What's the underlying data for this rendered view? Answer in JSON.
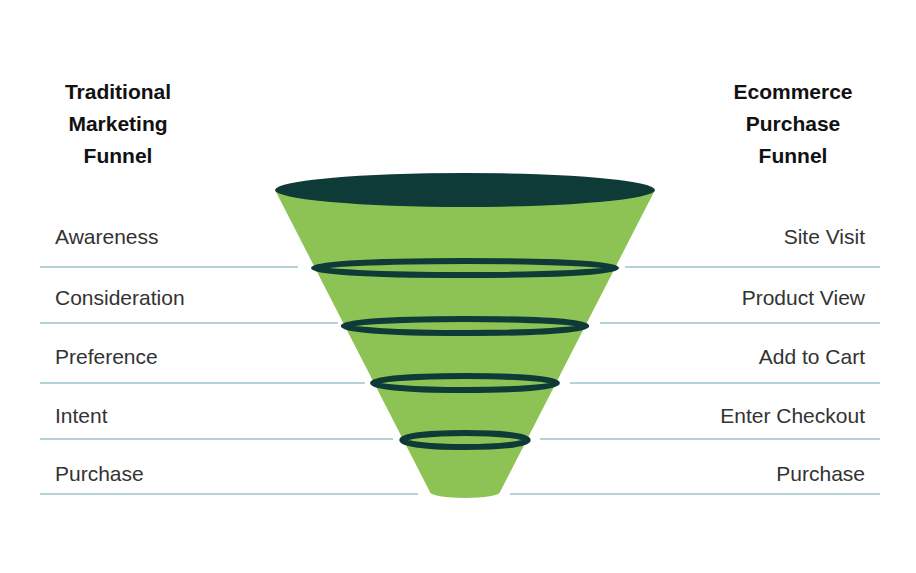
{
  "diagram": {
    "nodes": [
      {
        "text": [
          "Awareness",
          "Site Visit"
        ]
      },
      {
        "text": [
          "Consideration",
          "Product View"
        ]
      },
      {
        "text": [
          "Preference",
          "Add to Cart"
        ]
      },
      {
        "text": [
          "Intent",
          "Enter Checkout"
        ]
      },
      {
        "text": [
          "Purchase",
          "Purchase"
        ]
      }
    ],
    "labels": [
      "Traditional Marketing Funnel",
      "Ecommerce Purchase Funnel"
    ]
  }
}
